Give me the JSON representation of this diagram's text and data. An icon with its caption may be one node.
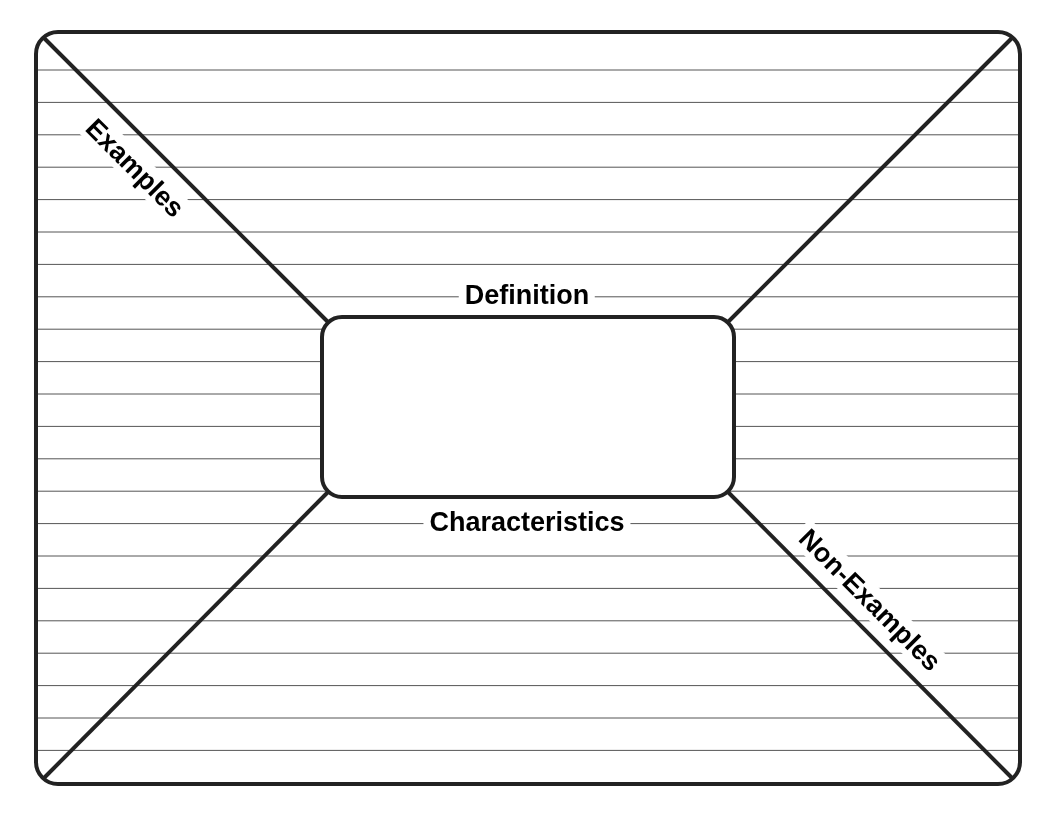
{
  "diagram": {
    "nodes": [
      {
        "text": [],
        "shape": "box"
      }
    ],
    "labels": [
      "Examples",
      "Definition",
      "Characteristics",
      "Non-Examples"
    ]
  }
}
